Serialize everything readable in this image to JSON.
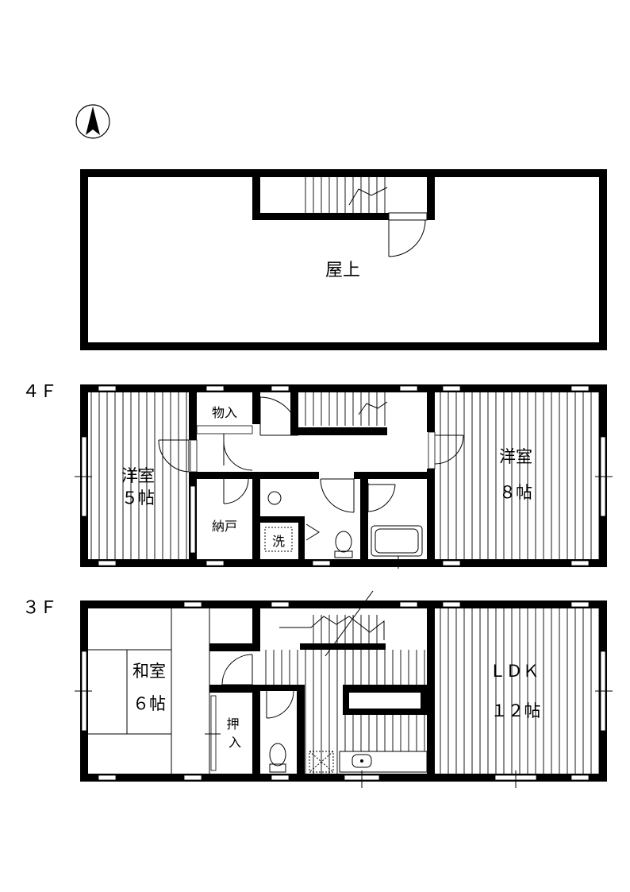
{
  "compass": {
    "icon": "north-arrow-icon"
  },
  "rooftop": {
    "label": "屋上"
  },
  "floor4": {
    "label": "４Ｆ",
    "west_room": {
      "name": "洋室",
      "size": "５帖"
    },
    "east_room": {
      "name": "洋室",
      "size": "８帖"
    },
    "storage": "物入",
    "closet": "納戸",
    "washer": "洗"
  },
  "floor3": {
    "label": "３Ｆ",
    "japanese_room": {
      "name": "和室",
      "size": "６帖"
    },
    "closet": "押入",
    "ldk": {
      "name": "ＬＤＫ",
      "size": "１２帖"
    }
  }
}
